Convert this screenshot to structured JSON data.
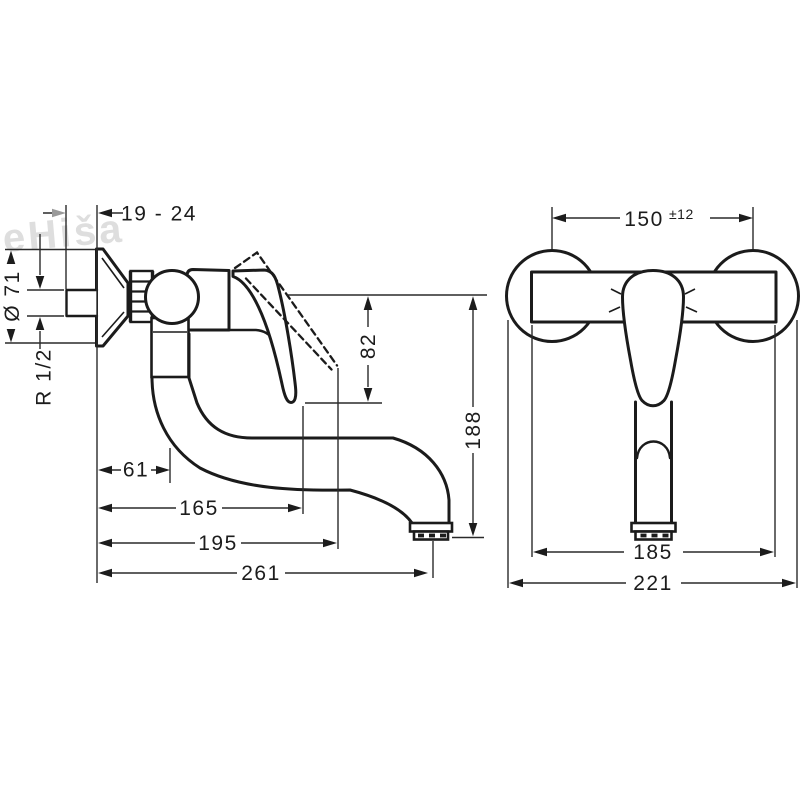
{
  "watermark": {
    "text": "eHiša"
  },
  "side_view": {
    "dim_wall_depth": "19 - 24",
    "dim_escutcheon_diameter": "Ø 71",
    "dim_thread": "R 1/2",
    "dim_lever_clearance": "82",
    "dim_height_to_outlet": "188",
    "dim_inner_offset": "61",
    "dim_lever_tip_reach": "165",
    "dim_lever_open_reach": "195",
    "dim_spout_reach": "261"
  },
  "front_view": {
    "dim_connection_centers": "150",
    "dim_connection_tolerance": "±12",
    "dim_body_width": "185",
    "dim_overall_width": "221"
  },
  "colors": {
    "line": "#1b1b1b",
    "dimension": "#2a2a2a",
    "gray_arrow": "#9a9a9a",
    "watermark": "#dedede",
    "background": "#ffffff"
  }
}
